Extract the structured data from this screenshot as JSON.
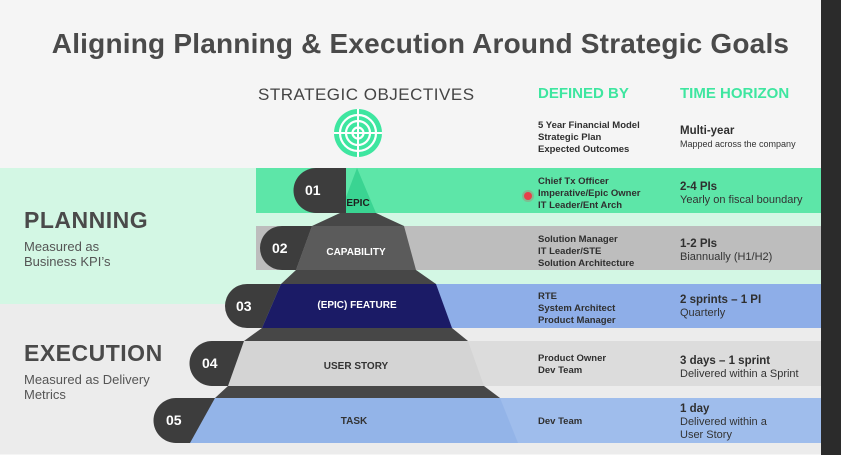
{
  "title": "Aligning Planning & Execution Around Strategic Goals",
  "headers": {
    "objectives": "STRATEGIC OBJECTIVES",
    "defined_by": "DEFINED BY",
    "time_horizon": "TIME HORIZON"
  },
  "objectives_icon": "target-icon",
  "objectives_row": {
    "defined_by": [
      "5 Year Financial Model",
      "Strategic Plan",
      "Expected Outcomes"
    ],
    "time_main": "Multi-year",
    "time_sub": "Mapped across the company"
  },
  "sections": {
    "planning": {
      "title": "PLANNING",
      "subtitle": [
        "Measured as",
        "Business KPI’s"
      ]
    },
    "execution": {
      "title": "EXECUTION",
      "subtitle": [
        "Measured as Delivery",
        "Metrics"
      ]
    }
  },
  "levels": [
    {
      "num": "01",
      "label": "EPIC",
      "defined_by": [
        "Chief Tx Officer",
        "Imperative/Epic Owner",
        "IT Leader/Ent Arch"
      ],
      "time_main": "2-4 PIs",
      "time_sub": "Yearly on fiscal boundary"
    },
    {
      "num": "02",
      "label": "CAPABILITY",
      "defined_by": [
        "Solution Manager",
        "IT Leader/STE",
        "Solution Architecture"
      ],
      "time_main": "1-2 PIs",
      "time_sub": "Biannually (H1/H2)"
    },
    {
      "num": "03",
      "label": "(EPIC) FEATURE",
      "defined_by": [
        "RTE",
        "System Architect",
        "Product Manager"
      ],
      "time_main": "2 sprints – 1 PI",
      "time_sub": "Quarterly"
    },
    {
      "num": "04",
      "label": "USER STORY",
      "defined_by": [
        "Product Owner",
        "Dev Team"
      ],
      "time_main": "3 days – 1 sprint",
      "time_sub": "Delivered within a Sprint"
    },
    {
      "num": "05",
      "label": "TASK",
      "defined_by": [
        "Dev Team"
      ],
      "time_main": "1 day",
      "time_sub": "Delivered within a User Story"
    }
  ],
  "colors": {
    "accent_green": "#3ee6a0",
    "planning_band": "#d3f7e4",
    "execution_band": "#ececec",
    "epic_bar": "#5de6a8",
    "capability_bar": "#bdbdbd",
    "feature_bar": "#8eaee8",
    "story_bar": "#dcdcdc",
    "task_bar": "#9fbdec",
    "feature_tri": "#1b1b66",
    "capability_tri": "#5b5b5b",
    "number_circle": "#3d3d3d"
  }
}
